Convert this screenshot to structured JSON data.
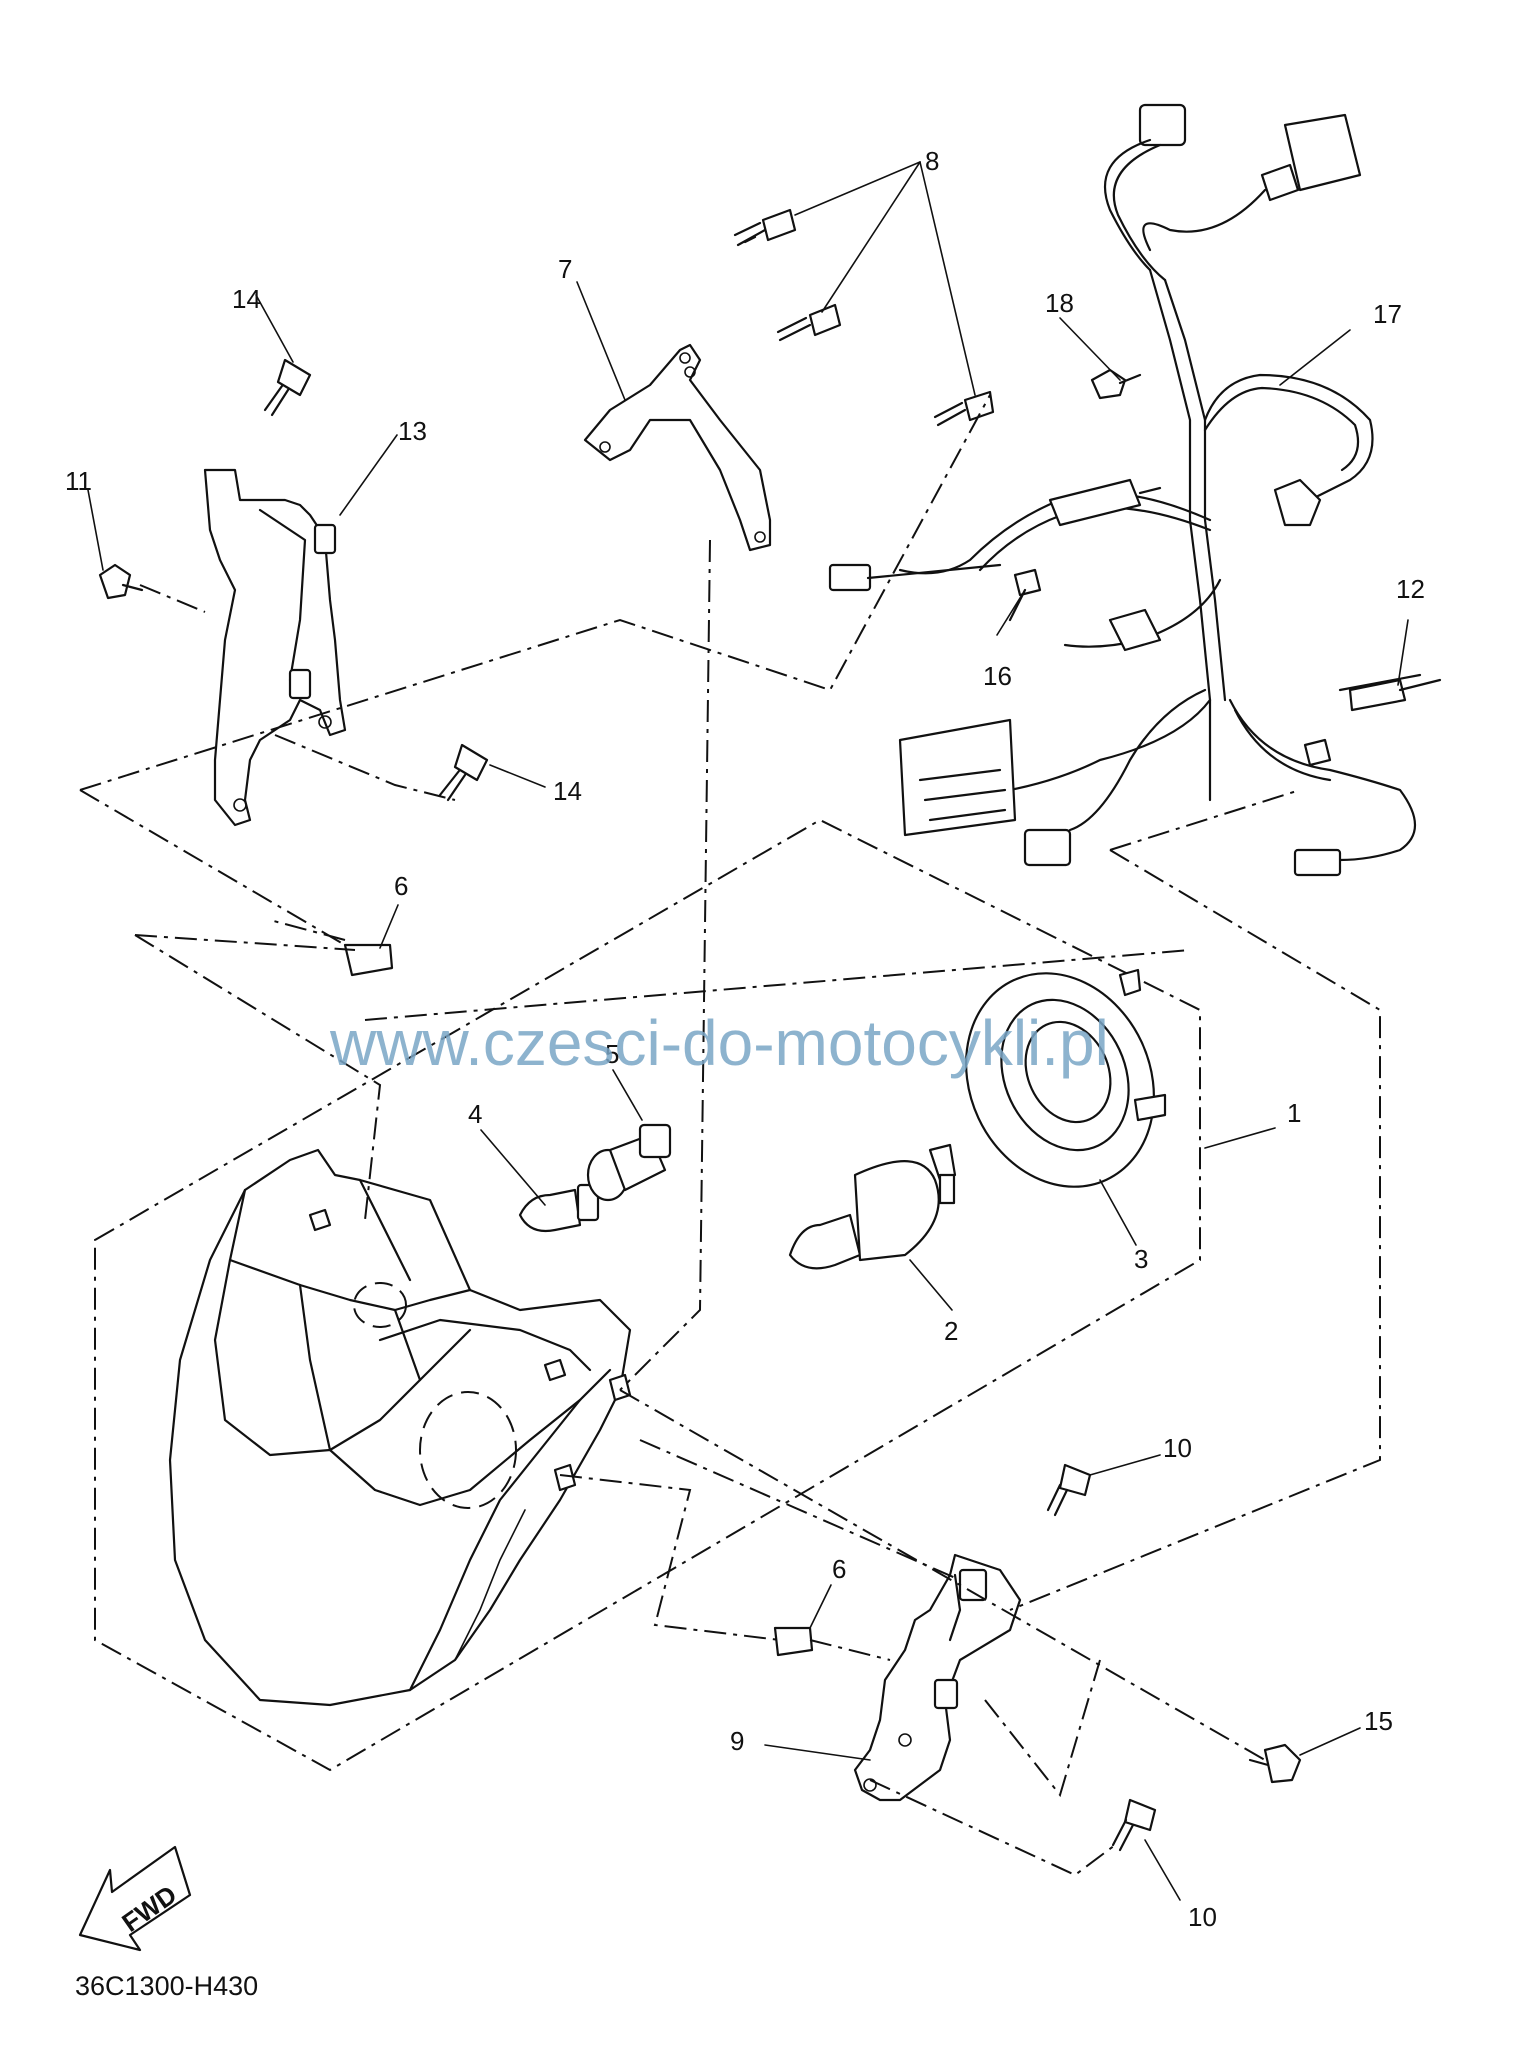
{
  "diagram": {
    "watermark": "www.czesci-do-motocykli.pl",
    "drawing_code": "36C1300-H430",
    "fwd_label": "FWD",
    "callouts": [
      {
        "id": "c1",
        "text": "1"
      },
      {
        "id": "c2",
        "text": "2"
      },
      {
        "id": "c3",
        "text": "3"
      },
      {
        "id": "c4",
        "text": "4"
      },
      {
        "id": "c5",
        "text": "5"
      },
      {
        "id": "c6a",
        "text": "6"
      },
      {
        "id": "c6b",
        "text": "6"
      },
      {
        "id": "c7",
        "text": "7"
      },
      {
        "id": "c8",
        "text": "8"
      },
      {
        "id": "c9",
        "text": "9"
      },
      {
        "id": "c10a",
        "text": "10"
      },
      {
        "id": "c10b",
        "text": "10"
      },
      {
        "id": "c11",
        "text": "11"
      },
      {
        "id": "c12",
        "text": "12"
      },
      {
        "id": "c13",
        "text": "13"
      },
      {
        "id": "c14a",
        "text": "14"
      },
      {
        "id": "c14b",
        "text": "14"
      },
      {
        "id": "c15",
        "text": "15"
      },
      {
        "id": "c16",
        "text": "16"
      },
      {
        "id": "c17",
        "text": "17"
      },
      {
        "id": "c18",
        "text": "18"
      }
    ]
  }
}
